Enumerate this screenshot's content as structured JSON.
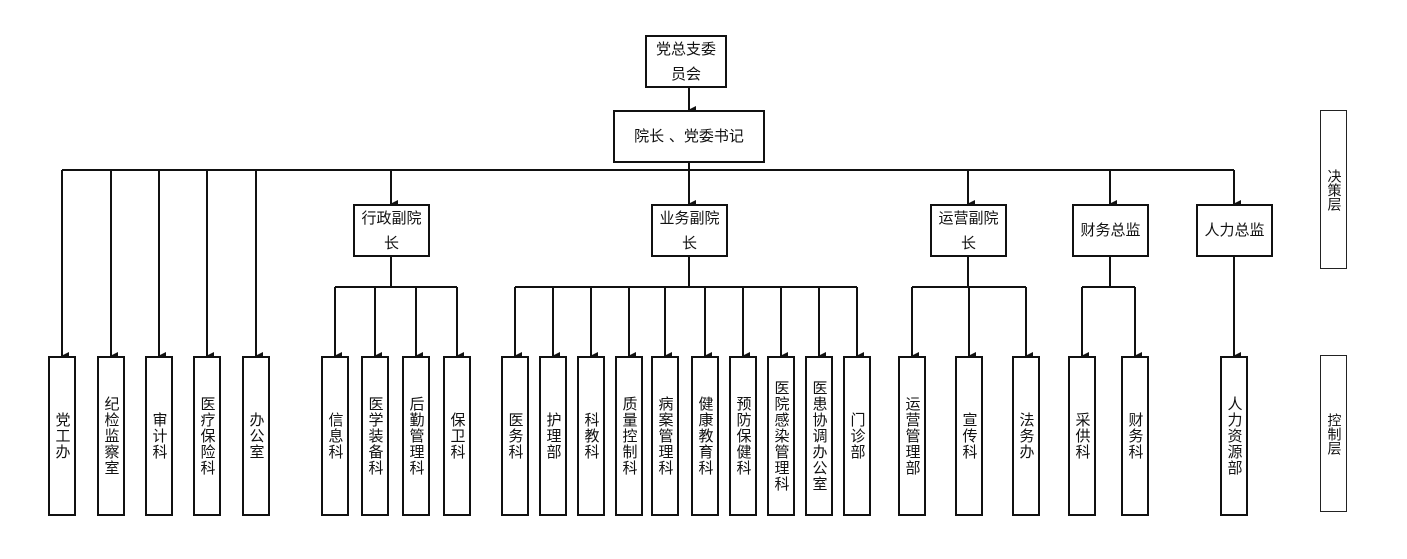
{
  "diagram": {
    "root": "党总支委员会",
    "leader": "院长 、党委书记",
    "direct_departments": [
      "党工办",
      "纪检监察室",
      "审计科",
      "医疗保险科",
      "办公室"
    ],
    "branches": [
      {
        "label": "行政副院长",
        "children": [
          "信息科",
          "医学装备科",
          "后勤管理科",
          "保卫科"
        ]
      },
      {
        "label": "业务副院长",
        "children": [
          "医务科",
          "护理部",
          "科教科",
          "质量控制科",
          "病案管理科",
          "健康教育科",
          "预防保健科",
          "医院感染管理科",
          "医患协调办公室",
          "门诊部"
        ]
      },
      {
        "label": "运营副院长",
        "children": [
          "运营管理部",
          "宣传科",
          "法务办"
        ]
      },
      {
        "label": "财务总监",
        "children": [
          "采供科",
          "财务科"
        ]
      },
      {
        "label": "人力总监",
        "children": [
          "人力资源部"
        ]
      }
    ],
    "layers": {
      "decision": "决策层",
      "control": "控制层"
    }
  }
}
